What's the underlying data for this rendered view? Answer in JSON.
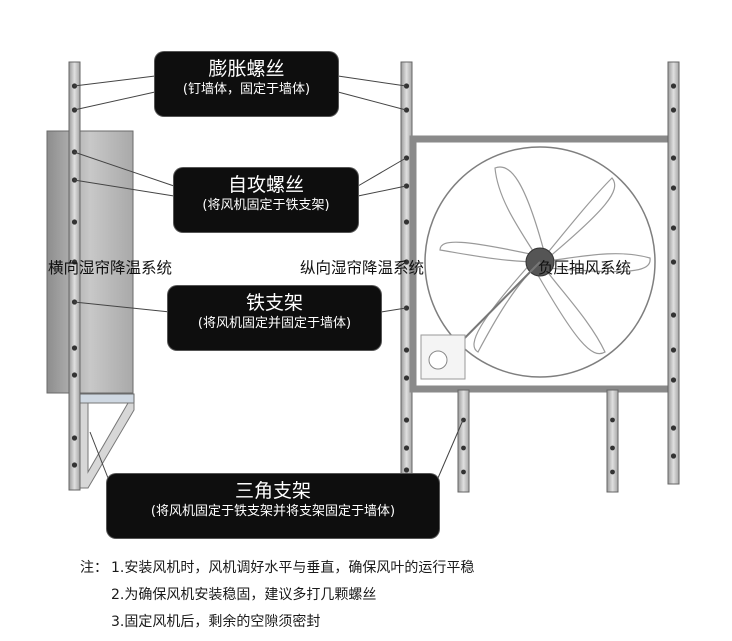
{
  "callouts": [
    {
      "title": "膨胀螺丝",
      "sub": "(钉墙体，固定于墙体)"
    },
    {
      "title": "自攻螺丝",
      "sub": "(将风机固定于铁支架)"
    },
    {
      "title": "铁支架",
      "sub": "(将风机固定并固定于墙体)"
    },
    {
      "title": "三角支架",
      "sub": "(将风机固定于铁支架并将支架固定于墙体)"
    }
  ],
  "systems": {
    "horizontal": "横向湿帘降温系统",
    "vertical": "纵向湿帘降温系统",
    "exhaust": "负压抽风系统"
  },
  "notes": {
    "prefix": "注：",
    "items": [
      "1.安装风机时，风机调好水平与垂直，确保风叶的运行平稳",
      "2.为确保风机安装稳固，建议多打几颗螺丝",
      "3.固定风机后，剩余的空隙须密封"
    ]
  },
  "colors": {
    "callout_bg": "#0e0e0e",
    "rail": "#c4c4c4",
    "panel": "#b9b9b9",
    "frame": "#8a8a8a"
  }
}
